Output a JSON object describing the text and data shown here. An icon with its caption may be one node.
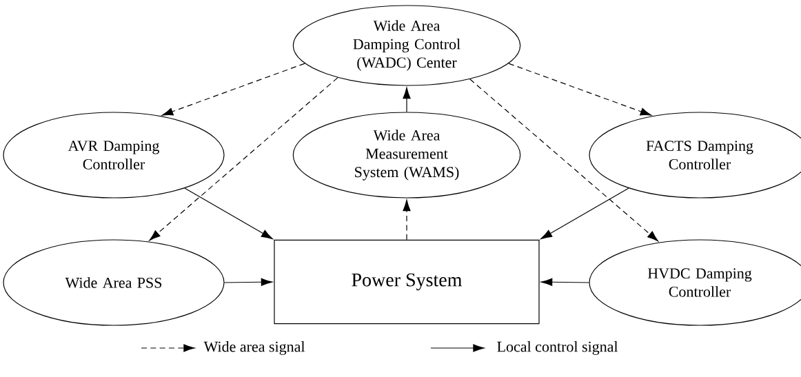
{
  "diagram": {
    "nodes": [
      {
        "text": [
          "Wide Area Damping Control (WADC) Center"
        ]
      },
      {
        "text": [
          "AVR Damping Controller"
        ]
      },
      {
        "text": [
          "Wide Area Measurement System (WAMS)"
        ]
      },
      {
        "text": [
          "FACTS Damping Controller"
        ]
      },
      {
        "text": [
          "Wide Area PSS"
        ]
      },
      {
        "text": [
          "Power System"
        ]
      },
      {
        "text": [
          "HVDC Damping Controller"
        ]
      }
    ],
    "edges": [
      {
        "from": 0,
        "to": 1,
        "arrow": "to",
        "style": "dashed"
      },
      {
        "from": 0,
        "to": 4,
        "arrow": "to",
        "style": "dashed"
      },
      {
        "from": 2,
        "to": 0,
        "arrow": "to"
      },
      {
        "from": 0,
        "to": 3,
        "arrow": "to",
        "style": "dashed"
      },
      {
        "from": 0,
        "to": 6,
        "arrow": "to",
        "style": "dashed"
      },
      {
        "from": 5,
        "to": 2,
        "arrow": "to",
        "style": "dashed"
      },
      {
        "from": 1,
        "to": 5,
        "arrow": "to"
      },
      {
        "from": 3,
        "to": 5,
        "arrow": "to"
      },
      {
        "from": 4,
        "to": 5,
        "arrow": "to"
      },
      {
        "from": 6,
        "to": 5,
        "arrow": "to"
      }
    ],
    "legend": [
      {
        "text": "Wide area signal"
      },
      {
        "text": "Local control signal"
      }
    ]
  }
}
